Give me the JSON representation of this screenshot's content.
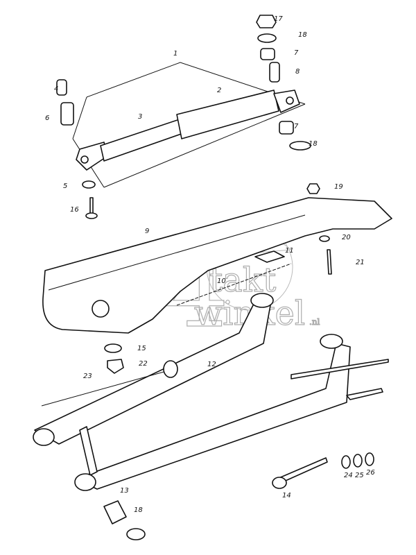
{
  "diagram": {
    "type": "exploded-parts-diagram",
    "watermark": {
      "digit": "4",
      "line1": "takt",
      "line2": "winkel",
      "suffix": ".nl"
    },
    "callouts": [
      "17",
      "18",
      "1",
      "7",
      "8",
      "2",
      "4",
      "6",
      "3",
      "7",
      "18",
      "5",
      "19",
      "16",
      "9",
      "20",
      "11",
      "21",
      "10",
      "15",
      "22",
      "12",
      "23",
      "24",
      "25",
      "26",
      "14",
      "13",
      "18"
    ]
  }
}
